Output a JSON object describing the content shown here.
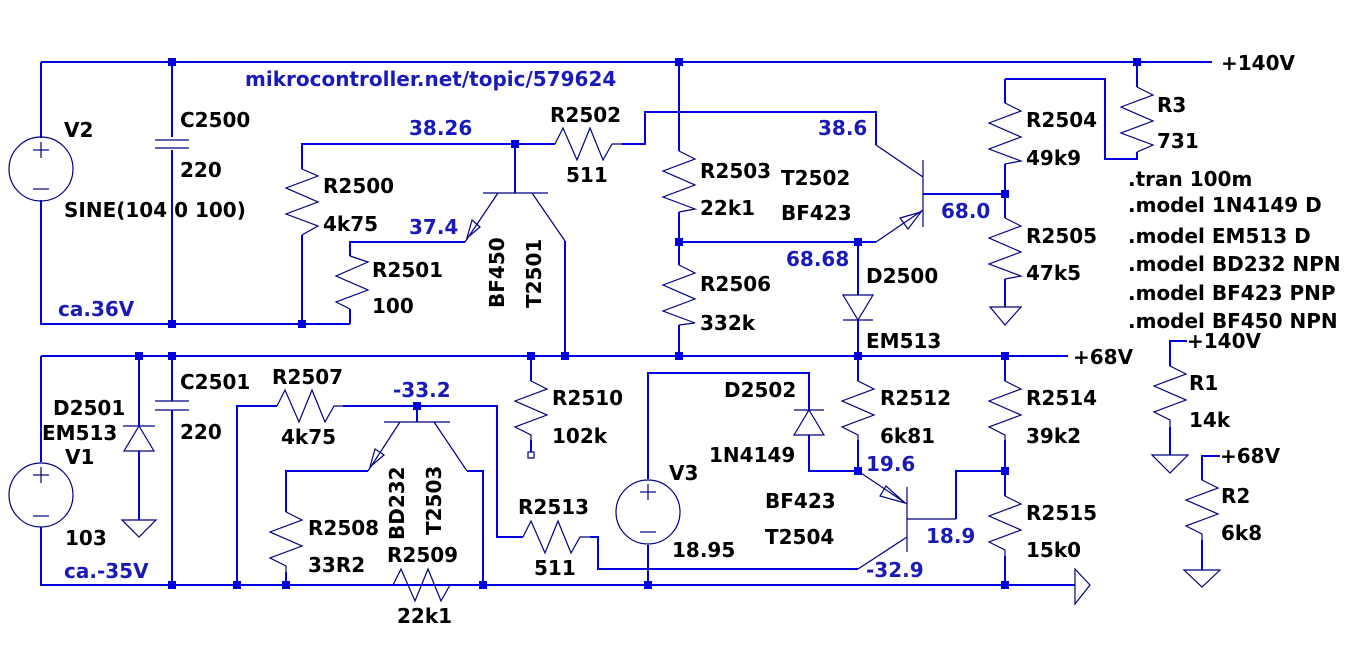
{
  "schematic": {
    "annotation_url": "mikrocontroller.net/topic/579624",
    "supply_labels": {
      "top_rail": "+140V",
      "mid_rail": "+68V",
      "r1_net": "+140V",
      "r2_net": "+68V"
    },
    "notes": {
      "v2_voltage": "ca.36V",
      "v1_voltage": "ca.-35V"
    },
    "spice_directives": [
      ".tran 100m",
      ".model 1N4149 D",
      ".model EM513 D",
      ".model BD232 NPN",
      ".model BF423 PNP",
      ".model BF450 NPN"
    ],
    "components": {
      "V2": {
        "name": "V2",
        "value": "SINE(104 0 100)"
      },
      "V1": {
        "name": "V1",
        "value": "103"
      },
      "V3": {
        "name": "V3",
        "value": "18.95"
      },
      "C2500": {
        "name": "C2500",
        "value": "220"
      },
      "C2501": {
        "name": "C2501",
        "value": "220"
      },
      "R2500": {
        "name": "R2500",
        "value": "4k75"
      },
      "R2501": {
        "name": "R2501",
        "value": "100"
      },
      "R2502": {
        "name": "R2502",
        "value": "511"
      },
      "R2503": {
        "name": "R2503",
        "value": "22k1"
      },
      "R2504": {
        "name": "R2504",
        "value": "49k9"
      },
      "R2505": {
        "name": "R2505",
        "value": "47k5"
      },
      "R2506": {
        "name": "R2506",
        "value": "332k"
      },
      "R2507": {
        "name": "R2507",
        "value": "4k75"
      },
      "R2508": {
        "name": "R2508",
        "value": "33R2"
      },
      "R2509": {
        "name": "R2509",
        "value": "22k1"
      },
      "R2510": {
        "name": "R2510",
        "value": "102k"
      },
      "R2512": {
        "name": "R2512",
        "value": "6k81"
      },
      "R2513": {
        "name": "R2513",
        "value": "511"
      },
      "R2514": {
        "name": "R2514",
        "value": "39k2"
      },
      "R2515": {
        "name": "R2515",
        "value": "15k0"
      },
      "R3": {
        "name": "R3",
        "value": "731"
      },
      "R1": {
        "name": "R1",
        "value": "14k"
      },
      "R2": {
        "name": "R2",
        "value": "6k8"
      },
      "D2500": {
        "name": "D2500",
        "value": "EM513"
      },
      "D2501": {
        "name": "D2501",
        "value": "EM513"
      },
      "D2502": {
        "name": "D2502",
        "value": "1N4149"
      },
      "T2501": {
        "name": "T2501",
        "value": "BF450"
      },
      "T2502": {
        "name": "T2502",
        "value": "BF423"
      },
      "T2503": {
        "name": "T2503",
        "value": "BD232"
      },
      "T2504": {
        "name": "T2504",
        "value": "BF423"
      }
    },
    "node_voltages": {
      "t2501_base": "38.26",
      "t2501_emitter": "37.4",
      "t2502_emitter": "38.6",
      "t2502_base": "68.0",
      "d2500_anode": "68.68",
      "t2503_base": "-33.2",
      "t2504_emitter": "19.6",
      "t2504_base": "18.9",
      "t2504_collector": "-32.9"
    }
  }
}
